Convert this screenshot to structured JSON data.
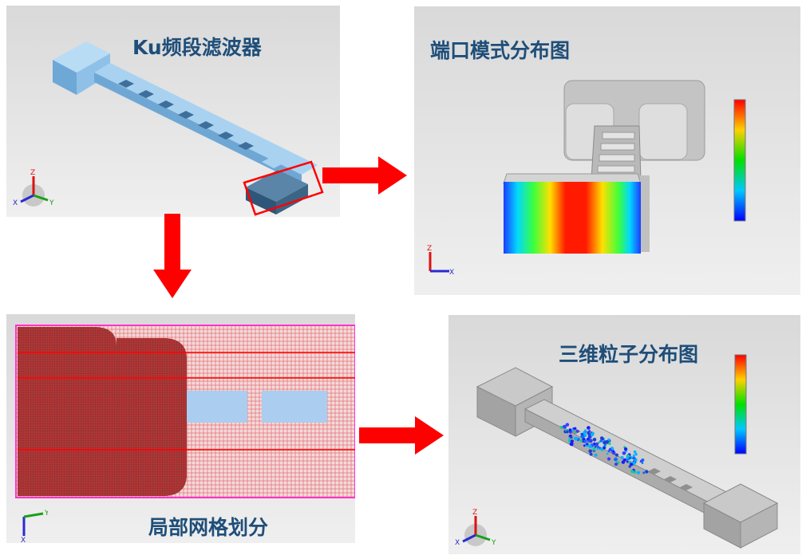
{
  "panels": {
    "filter": {
      "title": "Ku频段滤波器"
    },
    "port_mode": {
      "title": "端口模式分布图"
    },
    "mesh": {
      "title": "局部网格划分"
    },
    "particles": {
      "title": "三维粒子分布图"
    }
  },
  "axes": {
    "x": "X",
    "y": "Y",
    "z": "Z"
  },
  "colors": {
    "title": "#1f4e79",
    "arrow": "#ff0000",
    "mesh_line": "#e0202a",
    "mesh_border": "#ff33cc",
    "filter_body": "#8fc1e8"
  }
}
